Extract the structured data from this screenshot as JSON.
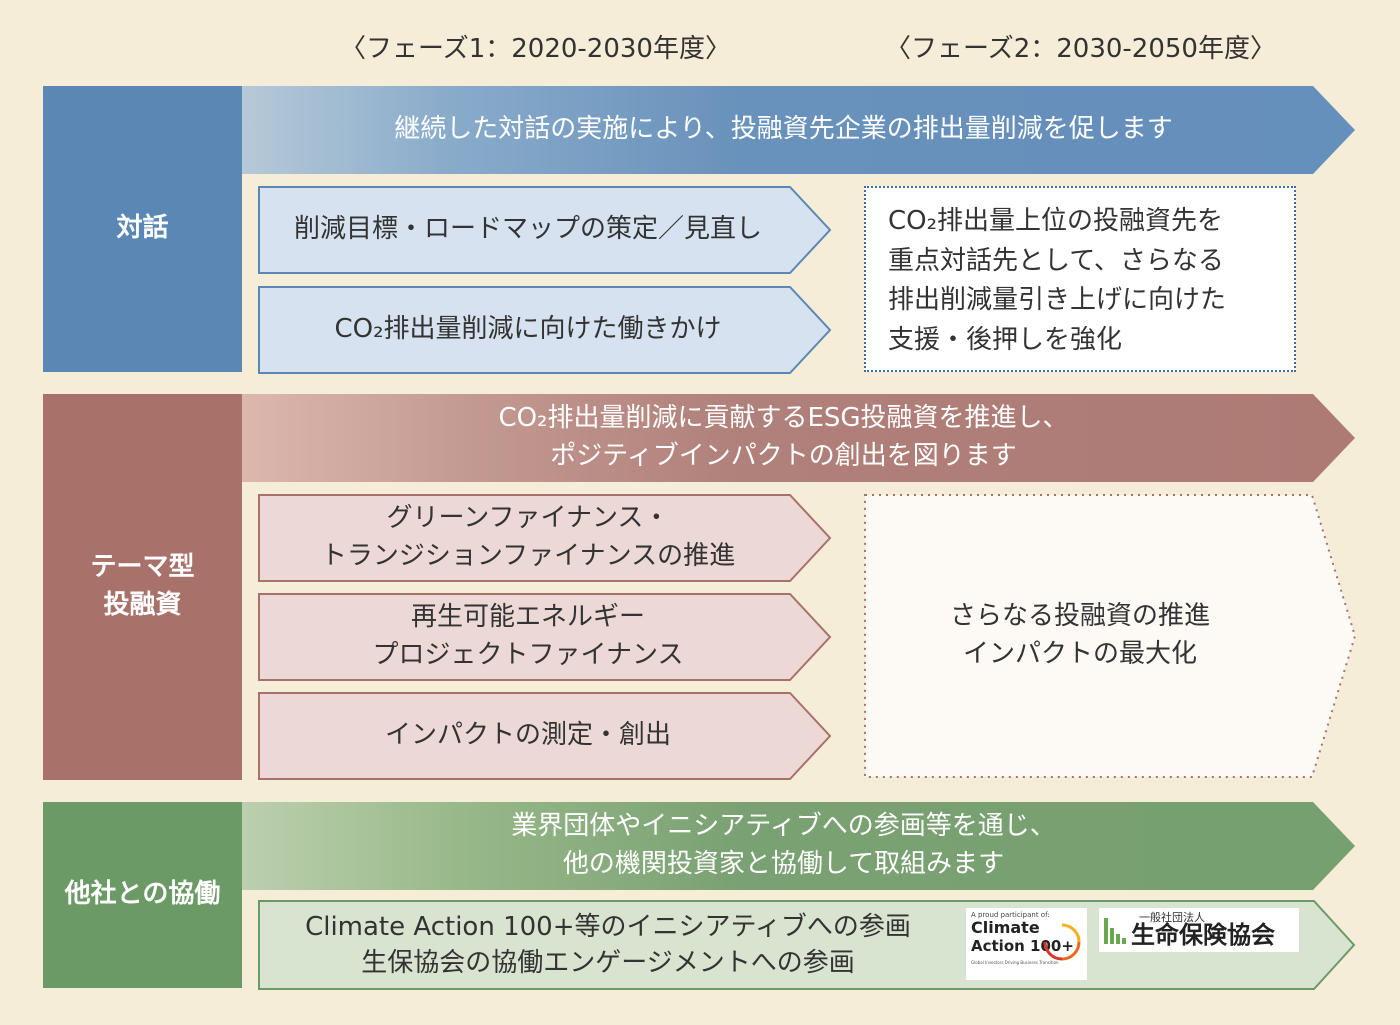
{
  "phases": {
    "phase1": "〈フェーズ1：2020-2030年度〉",
    "phase2": "〈フェーズ2：2030-2050年度〉"
  },
  "sections": {
    "dialogue": {
      "label": "対話",
      "band": "継続した対話の実施により、投融資先企業の排出量削減を促します",
      "items": [
        "削減目標・ロードマップの策定／見直し",
        "CO₂排出量削減に向けた働きかけ"
      ],
      "phase2_box": [
        "CO₂排出量上位の投融資先を",
        "重点対話先として、さらなる",
        "排出削減量引き上げに向けた",
        "支援・後押しを強化"
      ]
    },
    "thematic": {
      "label_lines": [
        "テーマ型",
        "投融資"
      ],
      "band_lines": [
        "CO₂排出量削減に貢献するESG投融資を推進し、",
        "ポジティブインパクトの創出を図ります"
      ],
      "items": [
        [
          "グリーンファイナンス・",
          "トランジションファイナンスの推進"
        ],
        [
          "再生可能エネルギー",
          "プロジェクトファイナンス"
        ],
        [
          "インパクトの測定・創出"
        ]
      ],
      "phase2_lines": [
        "さらなる投融資の推進",
        "インパクトの最大化"
      ]
    },
    "collaboration": {
      "label": "他社との協働",
      "band_lines": [
        "業界団体やイニシアティブへの参画等を通じ、",
        "他の機関投資家と協働して取組みます"
      ],
      "item_lines": [
        "Climate Action 100+等のイニシアティブへの参画",
        "生保協会の協働エンゲージメントへの参画"
      ],
      "logo_ca100": {
        "tagline": "A proud participant of:",
        "name1": "Climate",
        "name2": "Action 100+",
        "subtext": "Global Investors Driving Business Transition"
      },
      "logo_lia": {
        "small": "一般社団法人",
        "name": "生命保険協会"
      }
    }
  },
  "colors": {
    "dialogue": "#5b87b5",
    "thematic": "#a8716a",
    "collaboration": "#6b9a66"
  }
}
